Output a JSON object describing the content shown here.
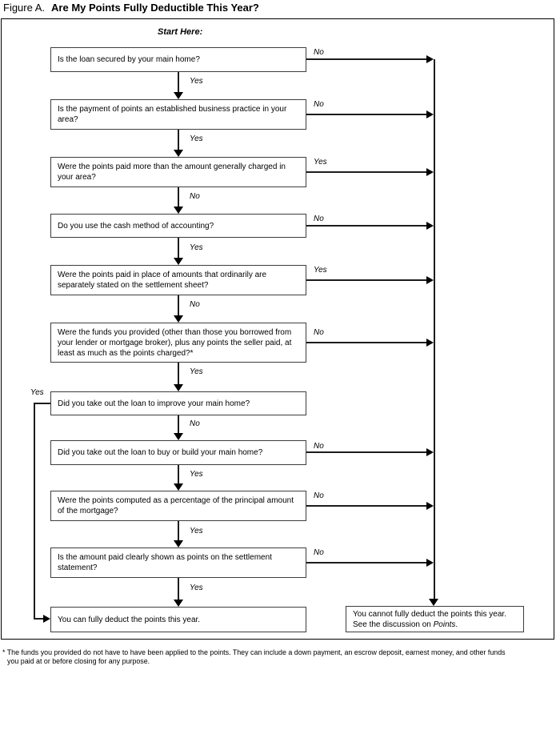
{
  "figure": {
    "label": "Figure A.",
    "title": "Are My Points Fully Deductible This Year?"
  },
  "flowchart": {
    "start_label": "Start Here:",
    "questions": [
      {
        "text": "Is the loan secured by your main home?",
        "side_label": "No",
        "side_direction": "right",
        "down_label": "Yes"
      },
      {
        "text": "Is the payment of points an established business practice in your area?",
        "side_label": "No",
        "side_direction": "right",
        "down_label": "Yes"
      },
      {
        "text": "Were the points paid more than the amount generally charged in your area?",
        "side_label": "Yes",
        "side_direction": "right",
        "down_label": "No"
      },
      {
        "text": "Do you use the cash method of accounting?",
        "side_label": "No",
        "side_direction": "right",
        "down_label": "Yes"
      },
      {
        "text": "Were the points paid in place of amounts that ordinarily are separately stated on the settlement sheet?",
        "side_label": "Yes",
        "side_direction": "right",
        "down_label": "No"
      },
      {
        "text": "Were the funds you provided (other than those you borrowed from your lender or mortgage broker), plus any points the seller paid, at least as much as the points charged?*",
        "side_label": "No",
        "side_direction": "right",
        "down_label": "Yes"
      },
      {
        "text": "Did you take out the loan to improve your main home?",
        "side_label": "Yes",
        "side_direction": "left",
        "down_label": "No"
      },
      {
        "text": "Did you take out the loan to buy or build your main home?",
        "side_label": "No",
        "side_direction": "right",
        "down_label": "Yes"
      },
      {
        "text": "Were the points computed as a percentage of the principal amount of the mortgage?",
        "side_label": "No",
        "side_direction": "right",
        "down_label": "Yes"
      },
      {
        "text": "Is the amount paid clearly shown as points on the settlement statement?",
        "side_label": "No",
        "side_direction": "right",
        "down_label": "Yes"
      }
    ],
    "outcomes": {
      "can_deduct": "You can fully deduct the points this year.",
      "cannot_deduct": {
        "prefix": "You cannot fully deduct the points this year. See the discussion on ",
        "italic": "Points",
        "suffix": "."
      }
    }
  },
  "footnote": {
    "lines": [
      "* The funds you provided do not have to have been applied to the points. They can include a down payment, an escrow deposit, earnest money, and other funds",
      "you paid at or before closing for any purpose."
    ]
  },
  "colors": {
    "ink": "#000000",
    "box_border": "#3d3d3d",
    "line": "#1c1c1c",
    "background": "#ffffff"
  }
}
